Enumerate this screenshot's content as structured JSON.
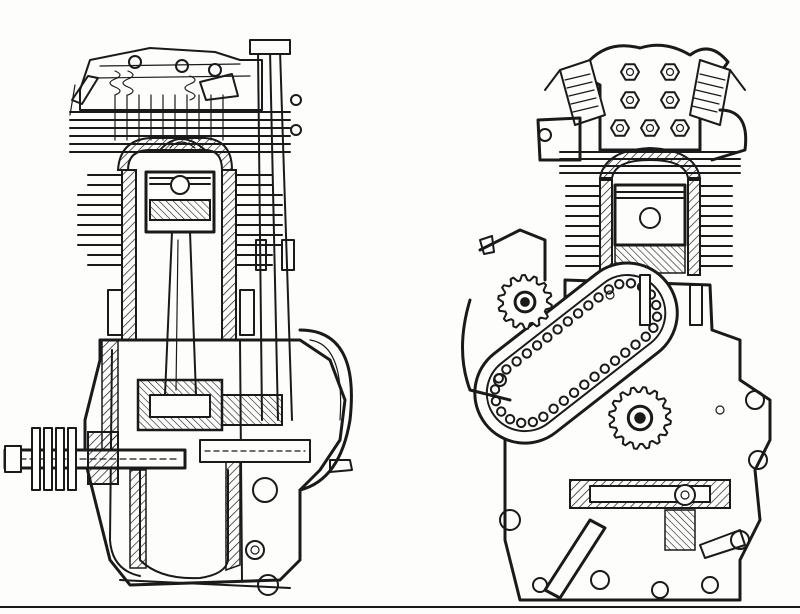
{
  "figure": {
    "views": [
      {
        "id": "left",
        "view": "section-side"
      },
      {
        "id": "right",
        "view": "section-timing-side"
      }
    ],
    "ink_color": "#1a1a1a",
    "paper_color": "#fdfdfc"
  }
}
